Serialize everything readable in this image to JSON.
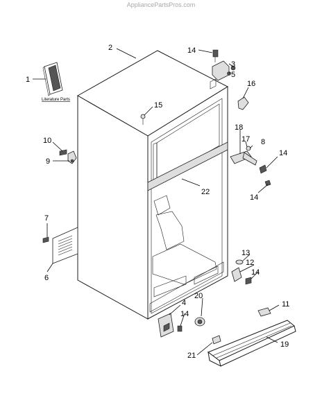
{
  "watermark": "AppliancePartsPros.com",
  "literature_label": "Literature Parts",
  "callouts": {
    "c1": "1",
    "c2": "2",
    "c3": "3",
    "c4": "4",
    "c5": "5",
    "c6": "6",
    "c7": "7",
    "c8": "8",
    "c9": "9",
    "c10": "10",
    "c11": "11",
    "c12": "12",
    "c13": "13",
    "c14a": "14",
    "c14b": "14",
    "c14c": "14",
    "c14d": "14",
    "c14e": "14",
    "c15": "15",
    "c16": "16",
    "c17": "17",
    "c18": "18",
    "c19": "19",
    "c20": "20",
    "c21": "21",
    "c22": "22"
  }
}
